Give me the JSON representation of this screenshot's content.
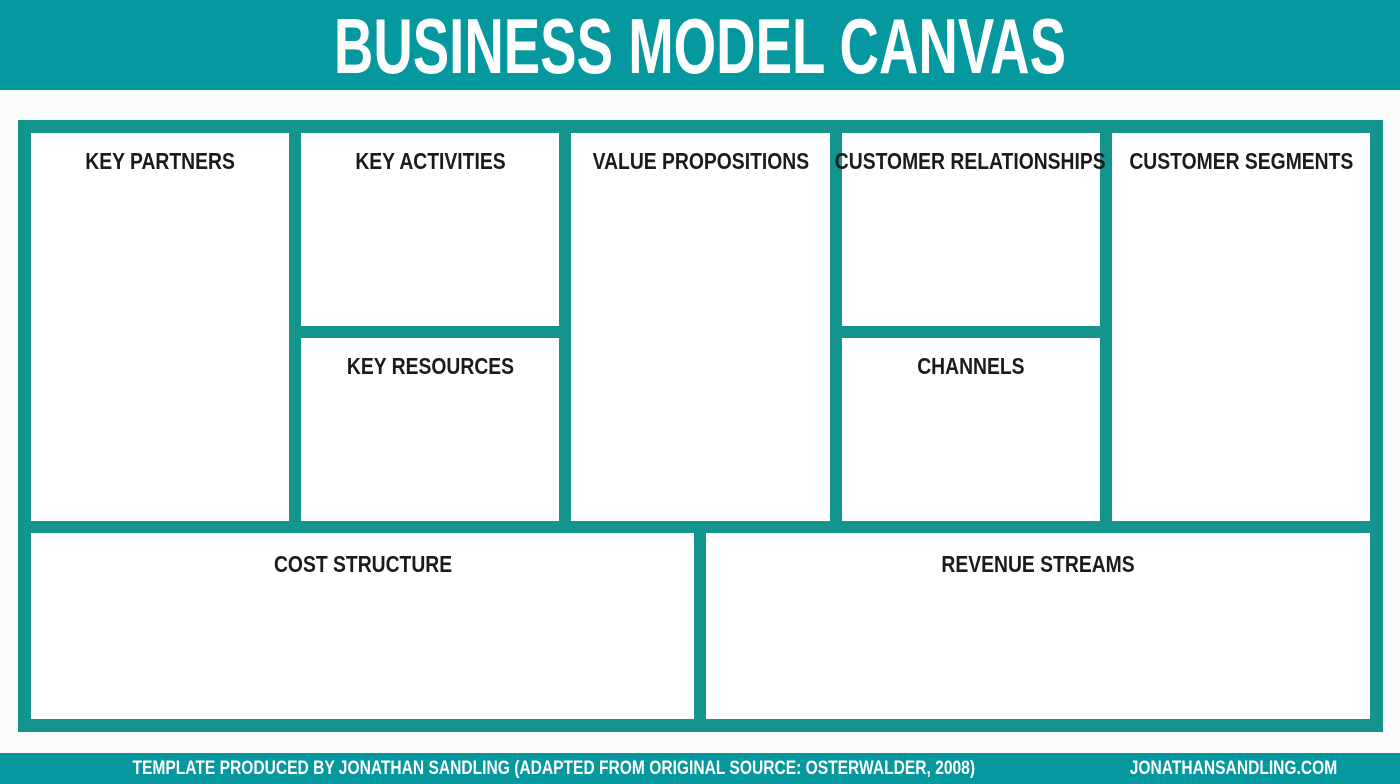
{
  "colors": {
    "header_teal": "#05989E",
    "grid_teal": "#13948D",
    "box_bg": "#FFFFFF",
    "title_black": "#1B1B1B",
    "text_white": "#FFFFFF"
  },
  "header": {
    "title": "BUSINESS MODEL CANVAS"
  },
  "canvas": {
    "boxes": {
      "key_partners": "KEY PARTNERS",
      "key_activities": "KEY ACTIVITIES",
      "key_resources": "KEY RESOURCES",
      "value_propositions": "VALUE PROPOSITIONS",
      "customer_relationships": "CUSTOMER RELATIONSHIPS",
      "channels": "CHANNELS",
      "customer_segments": "CUSTOMER SEGMENTS",
      "cost_structure": "COST STRUCTURE",
      "revenue_streams": "REVENUE STREAMS"
    }
  },
  "footer": {
    "credit": "TEMPLATE PRODUCED BY JONATHAN SANDLING  (ADAPTED FROM ORIGINAL SOURCE: OSTERWALDER, 2008)",
    "website": "JONATHANSANDLING.COM"
  }
}
